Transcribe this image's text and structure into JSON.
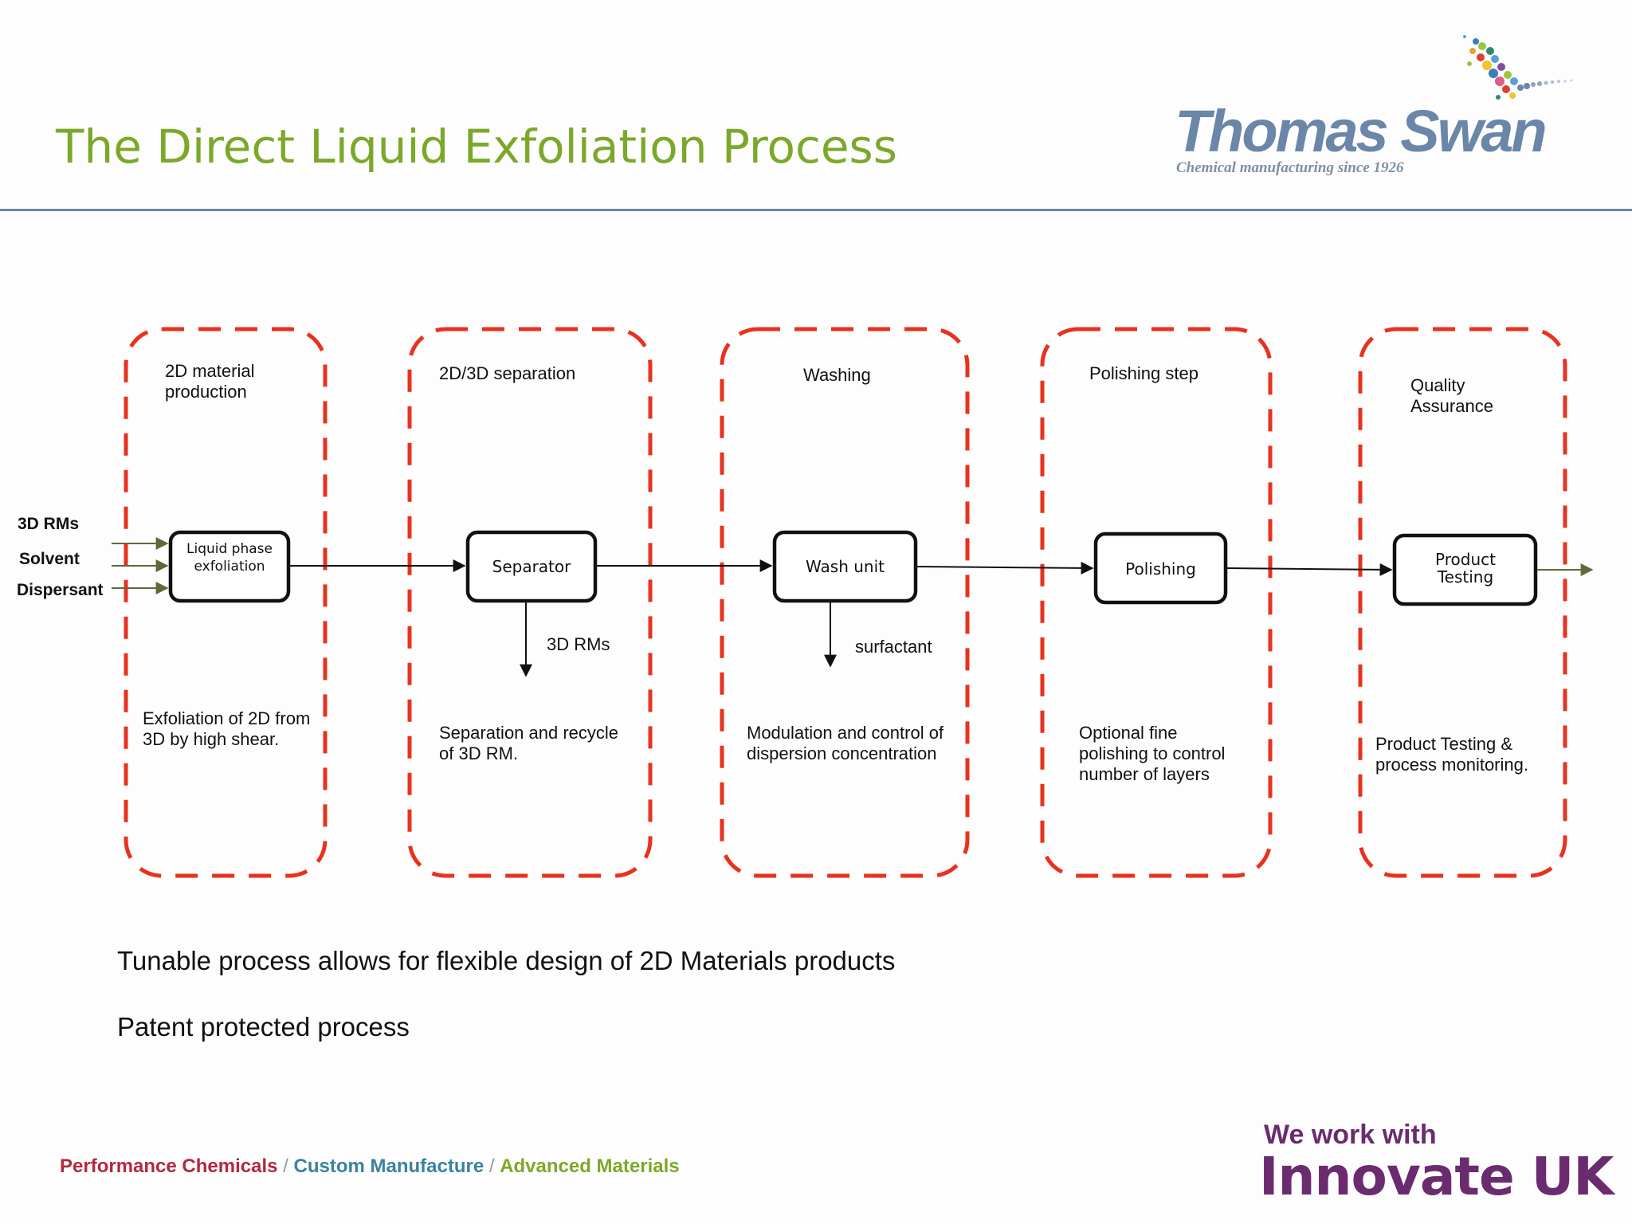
{
  "header": {
    "title": "The Direct Liquid Exfoliation Process",
    "logo_name": "Thomas Swan",
    "logo_tagline": "Chemical manufacturing since 1926"
  },
  "inputs": [
    "3D RMs",
    "Solvent",
    "Dispersant"
  ],
  "stages": [
    {
      "title": "2D material production",
      "node": "Liquid phase exfoliation",
      "description": "Exfoliation of 2D from 3D by high shear."
    },
    {
      "title": "2D/3D separation",
      "node": "Separator",
      "side_output": "3D RMs",
      "description": "Separation and recycle of 3D RM."
    },
    {
      "title": "Washing",
      "node": "Wash unit",
      "side_output": "surfactant",
      "description": "Modulation and control of dispersion concentration"
    },
    {
      "title": "Polishing step",
      "node": "Polishing",
      "description": "Optional fine polishing to control number of layers"
    },
    {
      "title": "Quality Assurance",
      "node": "Product Testing",
      "description": "Product Testing & process monitoring."
    }
  ],
  "bullets": [
    "Tunable process allows for flexible design of 2D Materials products",
    "Patent protected process"
  ],
  "footer": {
    "part1": "Performance Chemicals",
    "sep1": " / ",
    "part2": "Custom Manufacture",
    "sep2": " / ",
    "part3": "Advanced Materials"
  },
  "partner": {
    "line1": "We work with",
    "line2": "Innovate UK"
  },
  "colors": {
    "title": "#7ca82a",
    "dashed_border": "#e8321e",
    "rule": "#6a86a8",
    "input_arrows": "#5c6b3a"
  }
}
